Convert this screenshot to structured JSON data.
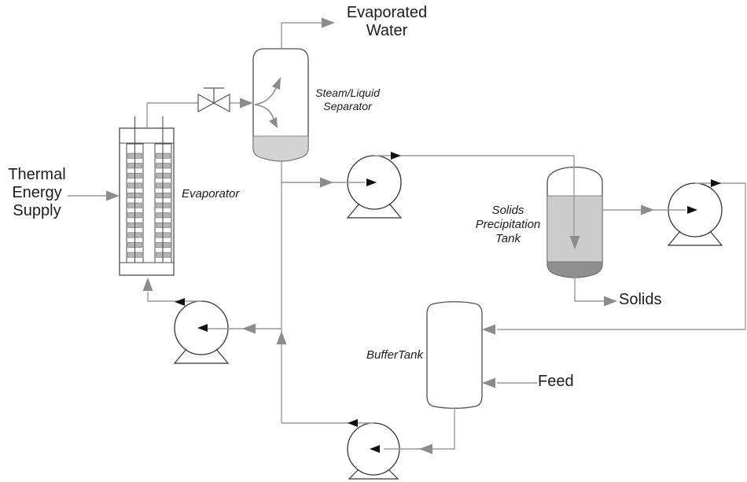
{
  "diagram": {
    "stream_labels": {
      "thermal_energy_supply": "Thermal\nEnergy\nSupply",
      "evaporated_water": "Evaporated\nWater",
      "solids": "Solids",
      "feed": "Feed"
    },
    "equipment_labels": {
      "evaporator": "Evaporator",
      "separator": "Steam/Liquid\nSeparator",
      "precipitation_tank": "Solids\nPrecipitation\nTank",
      "buffer_tank": "BufferTank"
    }
  },
  "colors": {
    "pipe": "#999999",
    "outline": "#4d4d4d",
    "pump-outline": "#333333",
    "arrow-gray": "#8c8c8c",
    "arrow-black": "#111111",
    "liquid-light": "#d3d3d3",
    "tank-liquid": "#cccccc",
    "sludge-dark": "#8f8f8f",
    "tube-stripe": "#b5b5b5",
    "text": "#1c1c1c",
    "background": "#ffffff"
  }
}
